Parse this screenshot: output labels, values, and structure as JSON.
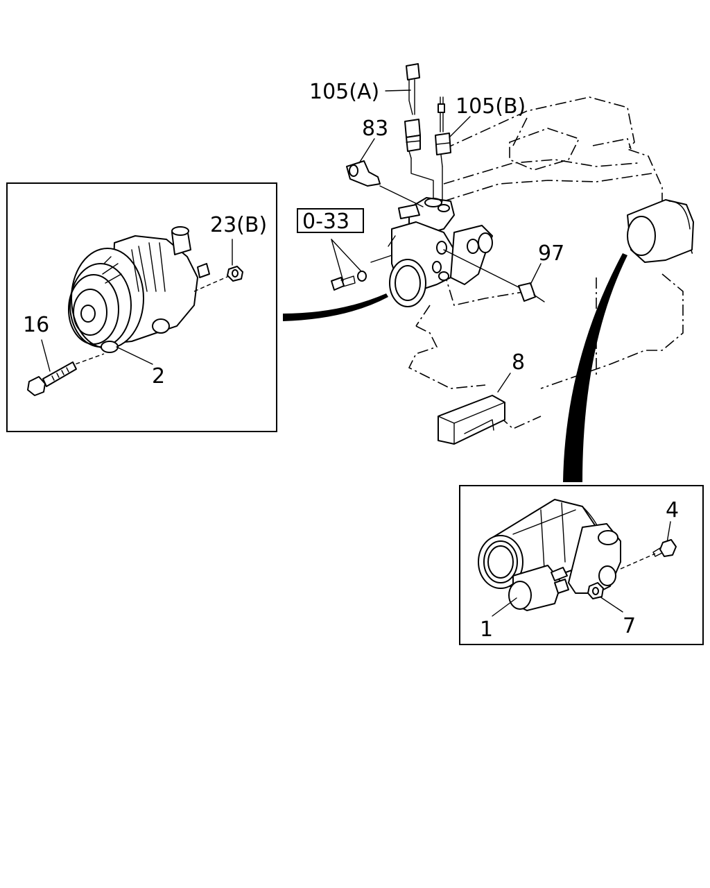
{
  "diagram": {
    "labels": {
      "part_105a": "105(A)",
      "part_105b": "105(B)",
      "part_83": "83",
      "part_0_33": "0-33",
      "part_97": "97",
      "part_8": "8",
      "part_23b": "23(B)",
      "part_16": "16",
      "part_2": "2",
      "part_4": "4",
      "part_1": "1",
      "part_7": "7"
    }
  }
}
